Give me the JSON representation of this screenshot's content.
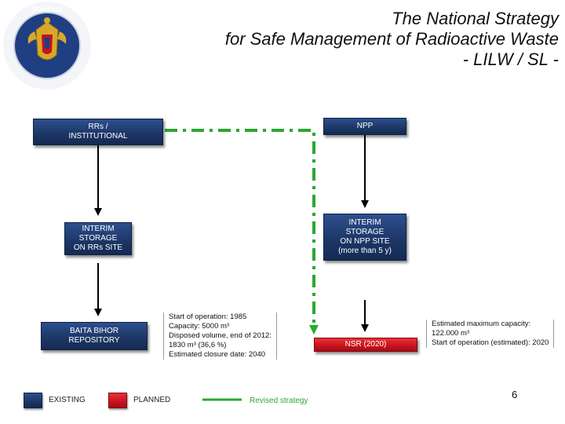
{
  "header": {
    "title_line1": "The National Strategy",
    "title_line2": "for Safe Management of Radioactive Waste",
    "title_line3": "- LILW / SL -",
    "logo_text": "ROMÂNIA"
  },
  "boxes": {
    "rrs_institutional": [
      "RRs /",
      "INSTITUTIONAL"
    ],
    "npp": [
      "NPP"
    ],
    "interim_rrs": [
      "INTERIM",
      "STORAGE",
      "ON RRs SITE"
    ],
    "interim_npp": [
      "INTERIM",
      "STORAGE",
      "ON NPP SITE",
      "(more than 5 y)"
    ],
    "baita_bihor": [
      "BAITA BIHOR",
      "REPOSITORY"
    ],
    "nsr": [
      "NSR (2020)"
    ]
  },
  "info": {
    "baita": [
      "Start of operation: 1985",
      "Capacity: 5000 m³",
      "Disposed volume, end of  2012:",
      "1830 m³ (36,6 %)",
      "Estimated closure date: 2040"
    ],
    "nsr": [
      "Estimated maximum capacity:",
      "122.000 m³",
      "Start of operation (estimated): 2020"
    ]
  },
  "legend": {
    "existing_label": "EXISTING",
    "planned_label": "PLANNED",
    "revised_label": "Revised strategy"
  },
  "page_number": "6",
  "colors": {
    "existing": "#1c3664",
    "planned": "#c8121c",
    "revised_strategy": "#2aa832"
  }
}
